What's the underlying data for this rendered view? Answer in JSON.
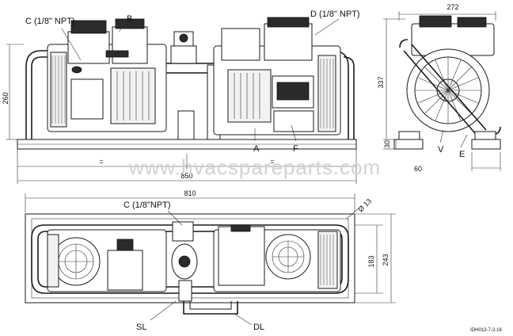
{
  "labels": {
    "c_front": "C (1/8\" NPT)",
    "b": "B",
    "d": "D (1/8\" NPT)",
    "a": "A",
    "f": "F",
    "v": "V",
    "e": "E",
    "c_top": "C (1/8\"NPT)",
    "sl": "SL",
    "dl": "DL"
  },
  "dimensions": {
    "width_272": "272",
    "height_337": "337",
    "height_260": "260",
    "height_30": "30",
    "width_60": "60",
    "length_850": "850",
    "equal_left": "=",
    "equal_right": "=",
    "length_810": "810",
    "dia_13": "Ø 13",
    "height_183": "183",
    "height_243": "243"
  },
  "watermark": "www.hvacspareparts.com",
  "drawing_code": "IDH013-7-2-16"
}
